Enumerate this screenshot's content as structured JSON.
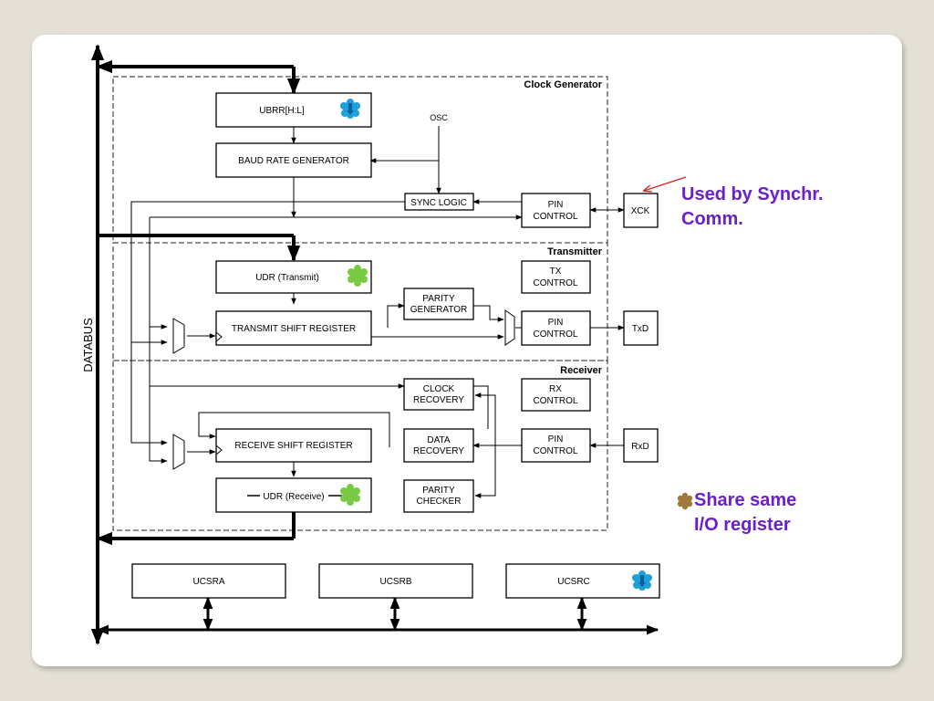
{
  "sections": {
    "clock": "Clock Generator",
    "transmitter": "Transmitter",
    "receiver": "Receiver"
  },
  "bus_label": "DATABUS",
  "blocks": {
    "ubrr": "UBRR[H:L]",
    "baud": "BAUD RATE GENERATOR",
    "osc": "OSC",
    "sync": "SYNC LOGIC",
    "pin_control": [
      "PIN",
      "CONTROL"
    ],
    "xck": "XCK",
    "udr_tx": "UDR (Transmit)",
    "tx_control": [
      "TX",
      "CONTROL"
    ],
    "parity_gen": [
      "PARITY",
      "GENERATOR"
    ],
    "tsr": "TRANSMIT SHIFT REGISTER",
    "txd": "TxD",
    "clock_recovery": [
      "CLOCK",
      "RECOVERY"
    ],
    "rx_control": [
      "RX",
      "CONTROL"
    ],
    "rsr": "RECEIVE SHIFT REGISTER",
    "data_recovery": [
      "DATA",
      "RECOVERY"
    ],
    "rxd": "RxD",
    "udr_rx": "UDR (Receive)",
    "parity_checker": [
      "PARITY",
      "CHECKER"
    ],
    "ucsra": "UCSRA",
    "ucsrb": "UCSRB",
    "ucsrc": "UCSRC"
  },
  "annotations": {
    "sync_note": [
      "Used by Synchr.",
      "Comm."
    ],
    "share_note": [
      "Share same",
      "I/O register"
    ]
  },
  "colors": {
    "blue_marker": "#1e9fd8",
    "green_marker": "#7ac943",
    "brown_marker": "#a07a3c",
    "annotation": "#6a1fc9",
    "pointer": "#e02020"
  }
}
